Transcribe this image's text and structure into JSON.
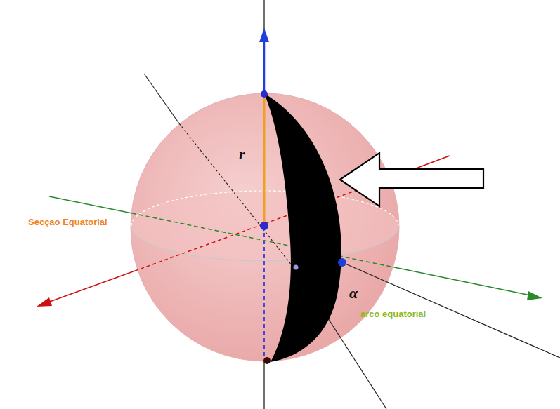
{
  "diagram": {
    "labels": [
      "r",
      "Secçao Equatorial",
      "α",
      "arco equatorial"
    ]
  }
}
